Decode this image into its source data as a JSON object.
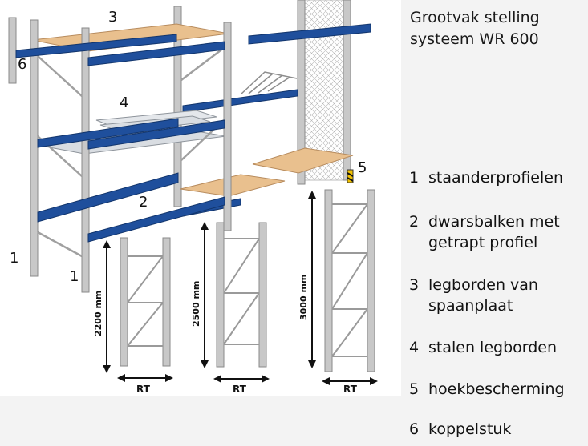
{
  "title": {
    "line1": "Grootvak stelling",
    "line2": "systeem WR 600"
  },
  "legend": [
    {
      "num": "1",
      "lines": [
        "staanderprofielen"
      ]
    },
    {
      "num": "2",
      "lines": [
        "dwarsbalken met",
        "getrapt profiel"
      ]
    },
    {
      "num": "3",
      "lines": [
        "legborden van",
        "spaanplaat"
      ]
    },
    {
      "num": "4",
      "lines": [
        "stalen legborden"
      ]
    },
    {
      "num": "5",
      "lines": [
        "hoekbescherming"
      ]
    },
    {
      "num": "6",
      "lines": [
        "koppelstuk"
      ]
    }
  ],
  "callouts": {
    "c1a": "1",
    "c1b": "1",
    "c2": "2",
    "c3": "3",
    "c4": "4",
    "c5": "5",
    "c6": "6"
  },
  "frames": [
    {
      "height": "2200 mm",
      "depth": "RT"
    },
    {
      "height": "2500 mm",
      "depth": "RT"
    },
    {
      "height": "3000 mm",
      "depth": "RT"
    }
  ],
  "colors": {
    "upright": "#c8c8c8",
    "beam": "#1f4f9c",
    "chipboard": "#e9c08e",
    "steel": "#d9dde2"
  }
}
